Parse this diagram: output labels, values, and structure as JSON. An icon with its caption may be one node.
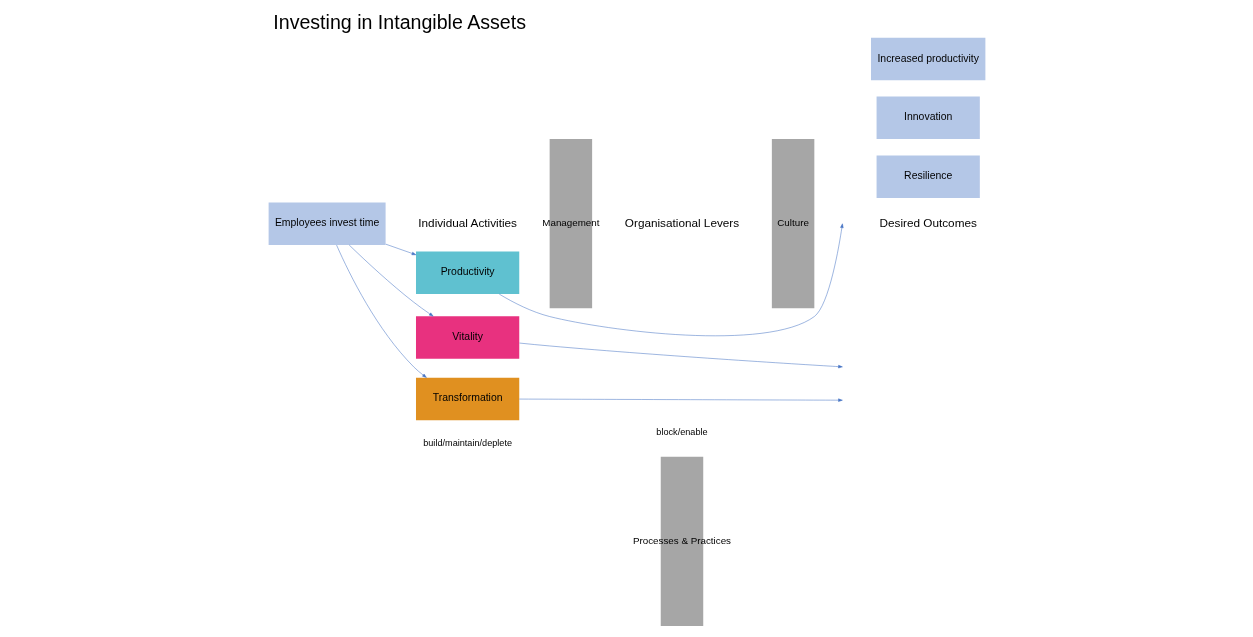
{
  "diagram": {
    "title": "Investing in Intangible Assets",
    "nodes": [
      {
        "text": [
          "Employees invest time"
        ]
      },
      {
        "text": [
          "Productivity"
        ]
      },
      {
        "text": [
          "Vitality"
        ]
      },
      {
        "text": [
          "Transformation"
        ]
      },
      {
        "text": [
          "Management"
        ]
      },
      {
        "text": [
          "Processes & Practices"
        ]
      },
      {
        "text": [
          "Culture"
        ]
      },
      {
        "text": [
          "Increased productivity"
        ]
      },
      {
        "text": [
          "Innovation"
        ]
      },
      {
        "text": [
          "Resilience"
        ]
      }
    ],
    "edges": [
      {
        "from": 0,
        "to": 1,
        "arrow": "to"
      },
      {
        "from": 0,
        "to": 2,
        "arrow": "to"
      },
      {
        "from": 0,
        "to": 3,
        "arrow": "to"
      },
      {
        "from": 1,
        "to": null,
        "arrow": "to"
      },
      {
        "from": 2,
        "to": null,
        "arrow": "to"
      },
      {
        "from": 3,
        "to": null,
        "arrow": "to"
      }
    ],
    "labels": [
      "Individual Activities",
      "build/maintain/deplete",
      "Organisational Levers",
      "block/enable",
      "Desired Outcomes"
    ]
  }
}
